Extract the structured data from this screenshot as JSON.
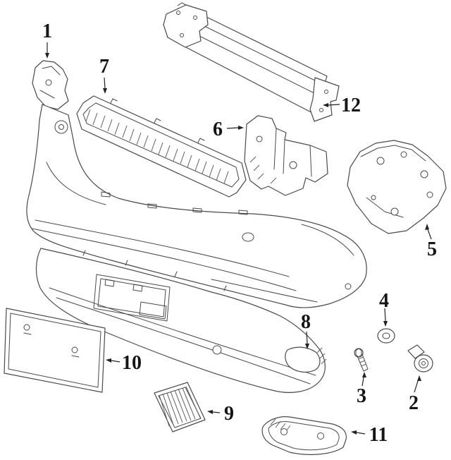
{
  "page": {
    "background": "#ffffff"
  },
  "diagram": {
    "type": "exploded-parts-diagram",
    "line_color": "#4a4a4a",
    "label_color": "#151515",
    "callouts": [
      {
        "label": "1"
      },
      {
        "label": "2"
      },
      {
        "label": "3"
      },
      {
        "label": "4"
      },
      {
        "label": "5"
      },
      {
        "label": "6"
      },
      {
        "label": "7"
      },
      {
        "label": "8"
      },
      {
        "label": "9"
      },
      {
        "label": "10"
      },
      {
        "label": "11"
      },
      {
        "label": "12"
      }
    ]
  }
}
